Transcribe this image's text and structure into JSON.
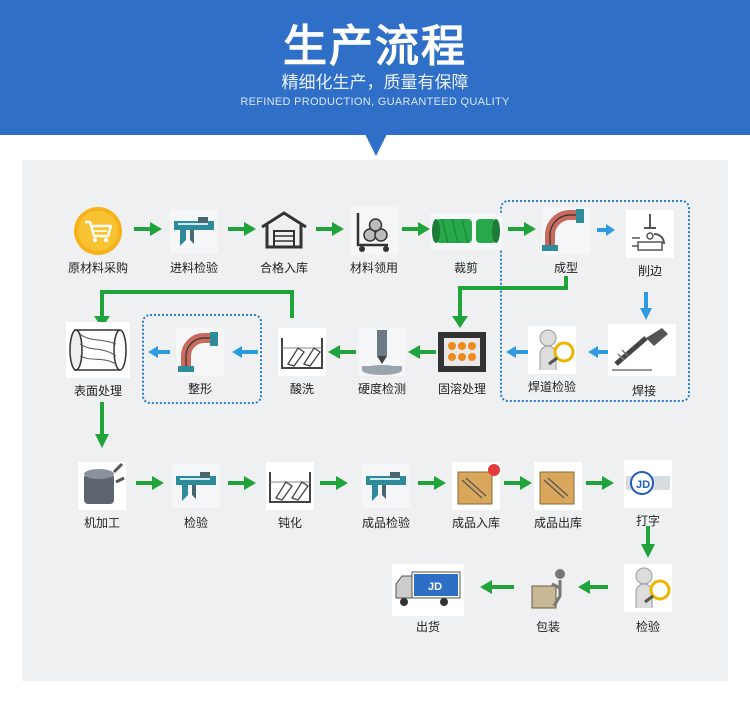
{
  "header": {
    "title": "生产流程",
    "subtitle": "精细化生产，质量有保障",
    "tagline": "REFINED PRODUCTION, GUARANTEED QUALITY"
  },
  "steps": [
    {
      "label": "原材料采购",
      "icon": "shopping-cart-icon"
    },
    {
      "label": "进料检验",
      "icon": "caliper-icon"
    },
    {
      "label": "合格入库",
      "icon": "warehouse-icon"
    },
    {
      "label": "材料领用",
      "icon": "pipe-cart-icon"
    },
    {
      "label": "裁剪",
      "icon": "pipe-icon"
    },
    {
      "label": "成型",
      "icon": "elbow-forming-icon"
    },
    {
      "label": "削边",
      "icon": "beveling-machine-icon"
    },
    {
      "label": "焊接",
      "icon": "welding-icon"
    },
    {
      "label": "焊道检验",
      "icon": "inspector-magnifier-icon"
    },
    {
      "label": "固溶处理",
      "icon": "furnace-icon"
    },
    {
      "label": "硬度检测",
      "icon": "hardness-tester-icon"
    },
    {
      "label": "酸洗",
      "icon": "pickling-tank-icon"
    },
    {
      "label": "整形",
      "icon": "elbow-shaping-icon"
    },
    {
      "label": "表面处理",
      "icon": "polishing-drum-icon"
    },
    {
      "label": "机加工",
      "icon": "machining-icon"
    },
    {
      "label": "检验",
      "icon": "caliper-icon"
    },
    {
      "label": "钝化",
      "icon": "passivation-tank-icon"
    },
    {
      "label": "成品检验",
      "icon": "caliper-icon"
    },
    {
      "label": "成品入库",
      "icon": "storage-in-icon"
    },
    {
      "label": "成品出库",
      "icon": "storage-out-icon"
    },
    {
      "label": "打字",
      "icon": "marking-logo-icon"
    },
    {
      "label": "检验",
      "icon": "inspector-magnifier-icon"
    },
    {
      "label": "包装",
      "icon": "packing-box-icon"
    },
    {
      "label": "出货",
      "icon": "delivery-truck-icon"
    }
  ],
  "colors": {
    "header": "#2f6fc7",
    "arrow": "#20a33a",
    "arrow_blue": "#2e9be0",
    "group_border": "#2f7fc7",
    "panel": "#eef0f2"
  }
}
